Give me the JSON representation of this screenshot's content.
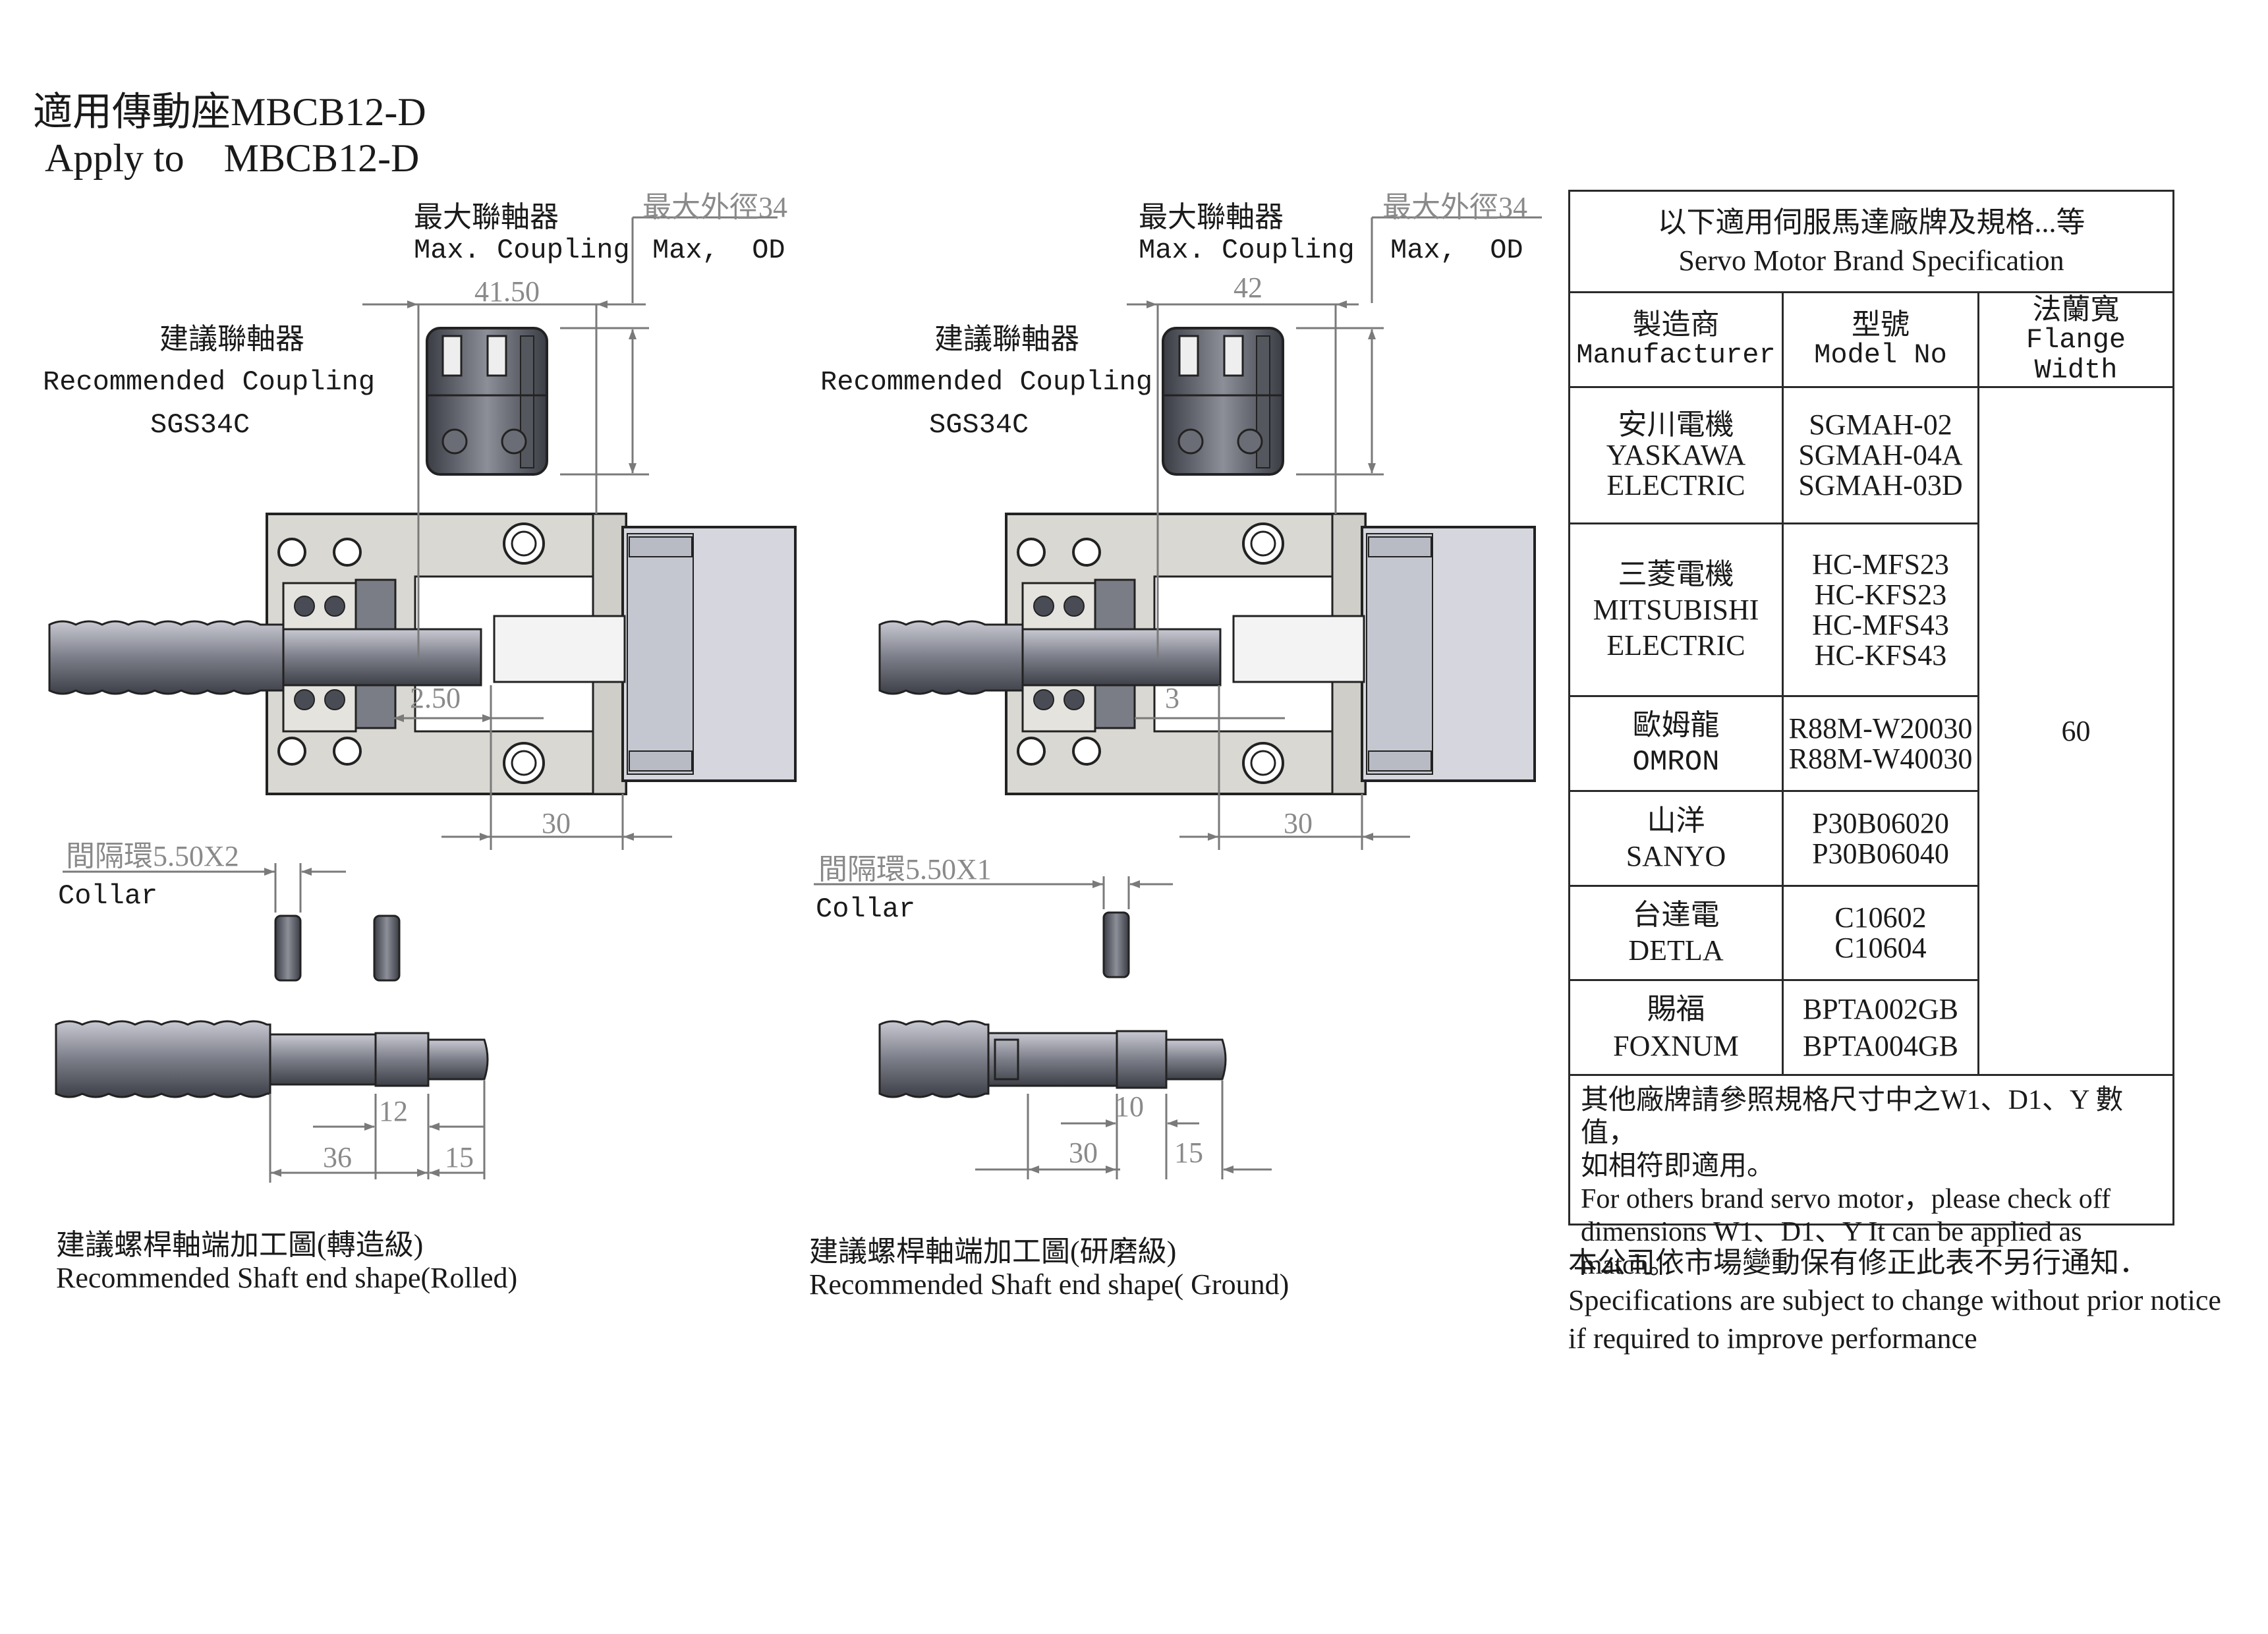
{
  "title": {
    "zh": "適用傳動座MBCB12-D",
    "en": "Apply to    MBCB12-D"
  },
  "left_drawing": {
    "max_coupling_zh": "最大聯軸器",
    "max_coupling_en": "Max. Coupling",
    "max_od_zh": "最大外徑34",
    "max_od_en": "Max,  OD",
    "dim_coupling": "41.50",
    "rec_coupling_zh": "建議聯軸器",
    "rec_coupling_en": "Recommended Coupling",
    "rec_coupling_model": "SGS34C",
    "dim_gap": "2.50",
    "dim_30": "30",
    "collar_zh": "間隔環5.50X2",
    "collar_en": "Collar",
    "dim_12": "12",
    "dim_36": "36",
    "dim_15": "15",
    "shaft_zh": "建議螺桿軸端加工圖(轉造級)",
    "shaft_en": "Recommended Shaft end shape(Rolled)"
  },
  "right_drawing": {
    "max_coupling_zh": "最大聯軸器",
    "max_coupling_en": "Max. Coupling",
    "max_od_zh": "最大外徑34",
    "max_od_en": "Max,  OD",
    "dim_coupling": "42",
    "rec_coupling_zh": "建議聯軸器",
    "rec_coupling_en": "Recommended Coupling",
    "rec_coupling_model": "SGS34C",
    "dim_gap": "3",
    "dim_30": "30",
    "collar_zh": "間隔環5.50X1",
    "collar_en": "Collar",
    "dim_10": "10",
    "dim_30b": "30",
    "dim_15": "15",
    "shaft_zh": "建議螺桿軸端加工圖(研磨級)",
    "shaft_en": "Recommended Shaft end shape( Ground)"
  },
  "table": {
    "header_zh": "以下適用伺服馬達廠牌及規格...等",
    "header_en": "Servo Motor Brand Specification",
    "col_manufacturer_zh": "製造商",
    "col_manufacturer_en": "Manufacturer",
    "col_model_zh": "型號",
    "col_model_en": "Model No",
    "col_flange_zh": "法蘭寬",
    "col_flange_en": "Flange Width",
    "flange_value": "60",
    "rows": [
      {
        "zh": "安川電機",
        "en1": "YASKAWA",
        "en2": "ELECTRIC",
        "models": [
          "SGMAH-02",
          "SGMAH-04A",
          "SGMAH-03D"
        ]
      },
      {
        "zh": "三菱電機",
        "en1": "MITSUBISHI",
        "en2": "ELECTRIC",
        "models": [
          "HC-MFS23",
          "HC-KFS23",
          "HC-MFS43",
          "HC-KFS43"
        ]
      },
      {
        "zh": "歐姆龍",
        "en1": "OMRON",
        "en2": "",
        "models": [
          "R88M-W20030",
          "R88M-W40030"
        ]
      },
      {
        "zh": "山洋",
        "en1": "SANYO",
        "en2": "",
        "models": [
          "P30B06020",
          "P30B06040"
        ]
      },
      {
        "zh": "台達電",
        "en1": "DETLA",
        "en2": "",
        "models": [
          "C10602",
          "C10604"
        ]
      },
      {
        "zh": "賜福",
        "en1": "FOXNUM",
        "en2": "",
        "models": [
          "BPTA002GB",
          "BPTA004GB"
        ]
      }
    ],
    "footer_zh1": "其他廠牌請參照規格尺寸中之W1、D1、Y 數值，",
    "footer_zh2": "如相符即適用。",
    "footer_en1": "For others brand servo motor，please check off",
    "footer_en2": "dimensions W1、D1、Y It can be applied as match。"
  },
  "notice": {
    "zh": "本公司依市場變動保有修正此表不另行通知．",
    "en1": "Specifications are subject to change without prior notice",
    "en2": "if required to improve performance"
  }
}
